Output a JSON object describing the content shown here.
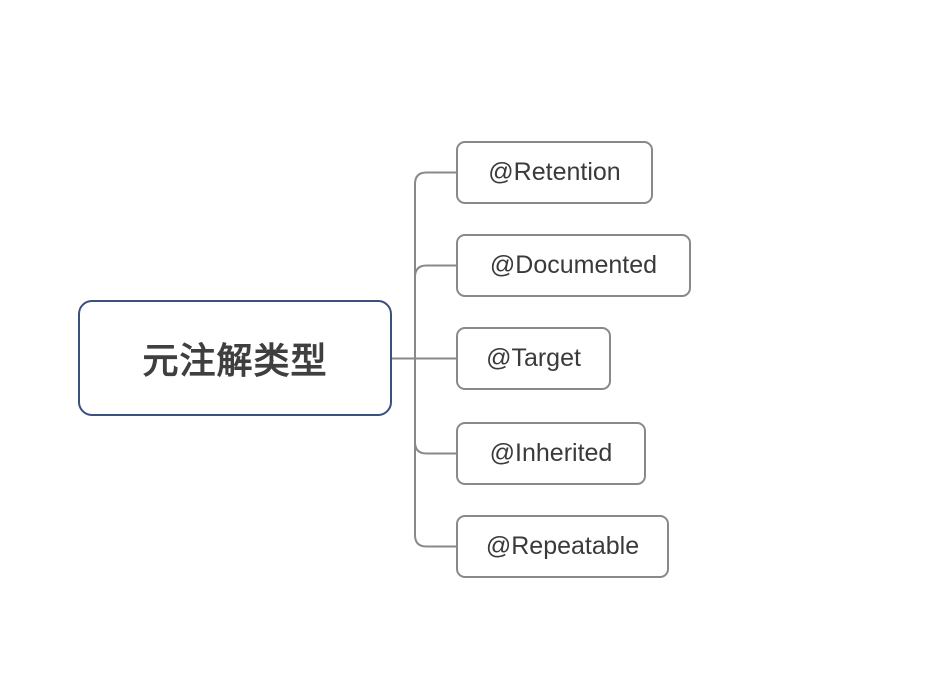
{
  "diagram": {
    "type": "mindmap",
    "root": {
      "label": "元注解类型"
    },
    "children": [
      {
        "label": "@Retention"
      },
      {
        "label": "@Documented"
      },
      {
        "label": "@Target"
      },
      {
        "label": "@Inherited"
      },
      {
        "label": "@Repeatable"
      }
    ],
    "colors": {
      "background": "#FFFFFF",
      "root_border": "#3A517D",
      "root_text": "#3F3F3F",
      "child_border": "#8B8987",
      "child_text": "#3A3A3A",
      "connector": "#8B8987"
    }
  }
}
